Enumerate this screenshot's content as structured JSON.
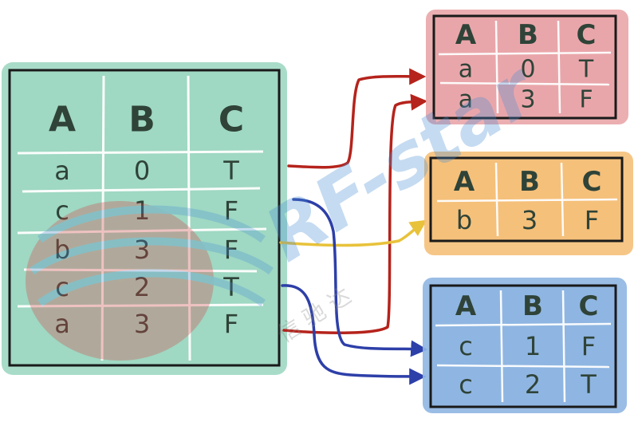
{
  "source_table": {
    "headers": [
      "A",
      "B",
      "C"
    ],
    "rows": [
      [
        "a",
        "0",
        "T"
      ],
      [
        "c",
        "1",
        "F"
      ],
      [
        "b",
        "3",
        "F"
      ],
      [
        "c",
        "2",
        "T"
      ],
      [
        "a",
        "3",
        "F"
      ]
    ]
  },
  "groups": [
    {
      "key": "a",
      "headers": [
        "A",
        "B",
        "C"
      ],
      "rows": [
        [
          "a",
          "0",
          "T"
        ],
        [
          "a",
          "3",
          "F"
        ]
      ],
      "fill": "#e9a6aa",
      "arrow_color": "#b5231c"
    },
    {
      "key": "b",
      "headers": [
        "A",
        "B",
        "C"
      ],
      "rows": [
        [
          "b",
          "3",
          "F"
        ]
      ],
      "fill": "#f5c07a",
      "arrow_color": "#e8c23a"
    },
    {
      "key": "c",
      "headers": [
        "A",
        "B",
        "C"
      ],
      "rows": [
        [
          "c",
          "1",
          "F"
        ],
        [
          "c",
          "2",
          "T"
        ]
      ],
      "fill": "#8fb6e2",
      "arrow_color": "#2d3fa8"
    }
  ],
  "colors": {
    "source_fill": "#9fd8c3",
    "ink": "#1a1a1a",
    "cell_text": "#2f4338"
  },
  "watermark": {
    "text": "RF-star",
    "subtext": "信  驰  达",
    "color": "#4a8fd4"
  }
}
